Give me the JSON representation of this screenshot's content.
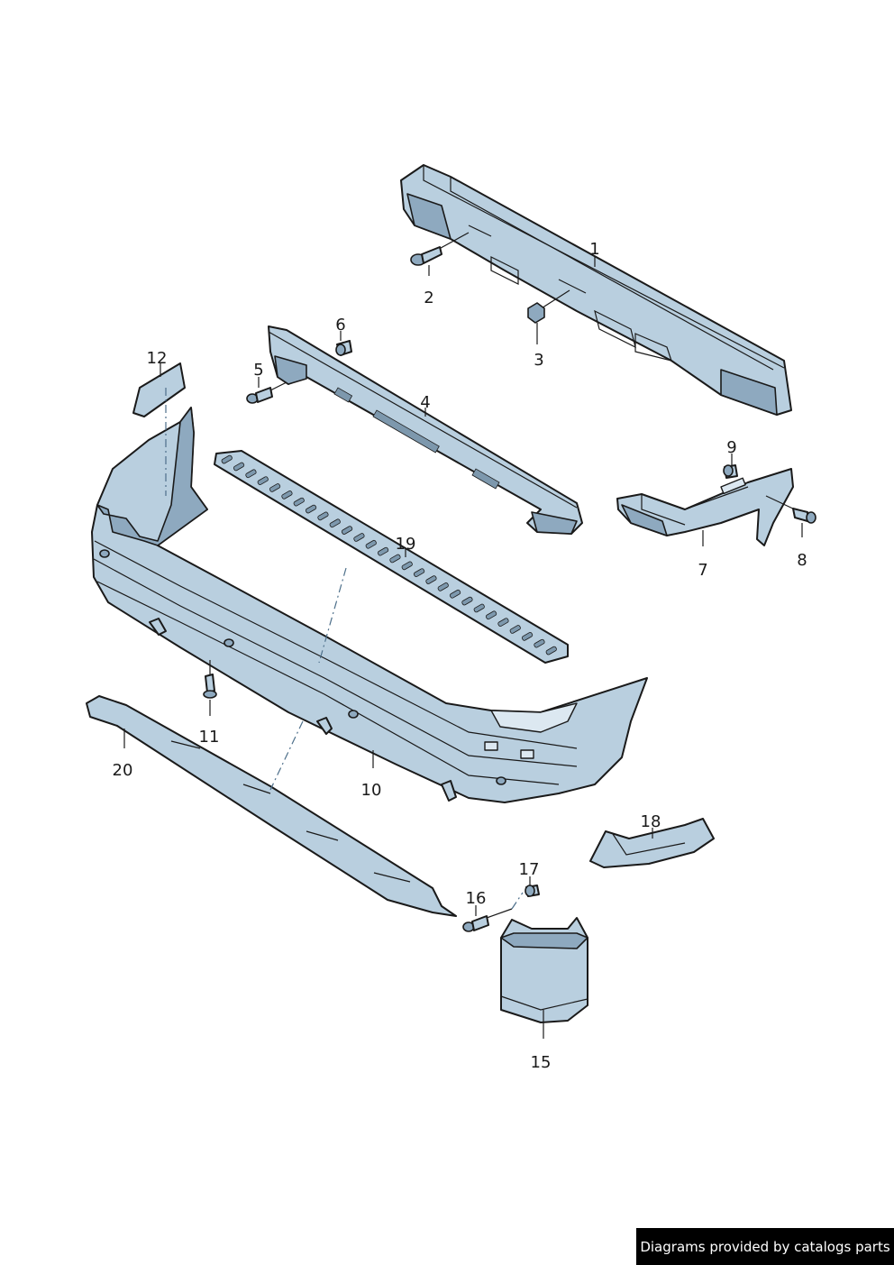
{
  "diagram": {
    "callouts": [
      {
        "id": "p1",
        "label": "1"
      },
      {
        "id": "p2",
        "label": "2"
      },
      {
        "id": "p3",
        "label": "3"
      },
      {
        "id": "p4",
        "label": "4"
      },
      {
        "id": "p5",
        "label": "5"
      },
      {
        "id": "p6",
        "label": "6"
      },
      {
        "id": "p7",
        "label": "7"
      },
      {
        "id": "p8",
        "label": "8"
      },
      {
        "id": "p9",
        "label": "9"
      },
      {
        "id": "p10",
        "label": "10"
      },
      {
        "id": "p11",
        "label": "11"
      },
      {
        "id": "p12",
        "label": "12"
      },
      {
        "id": "p15",
        "label": "15"
      },
      {
        "id": "p16",
        "label": "16"
      },
      {
        "id": "p17",
        "label": "17"
      },
      {
        "id": "p18",
        "label": "18"
      },
      {
        "id": "p19",
        "label": "19"
      },
      {
        "id": "p20",
        "label": "20"
      }
    ],
    "colors": {
      "part_fill": "#b9cfdf",
      "part_shadow": "#8ea9bf",
      "outline": "#1a1a1a",
      "footer_bg": "#000000",
      "footer_text": "#ffffff"
    }
  },
  "footer": {
    "text": "Diagrams provided by catalogs parts"
  }
}
